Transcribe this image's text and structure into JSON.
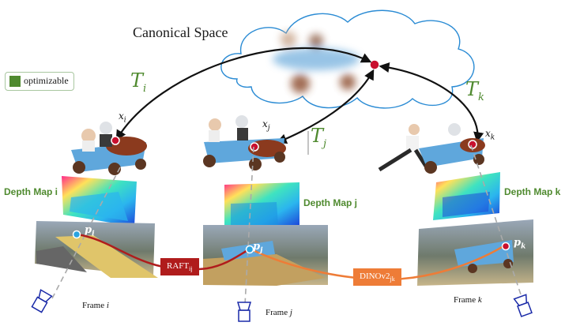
{
  "title": "Canonical Space",
  "legend": {
    "label": "optimizable",
    "color": "#4f8a2f"
  },
  "transforms": {
    "i": {
      "symbol": "T",
      "sub": "i"
    },
    "j": {
      "symbol": "T",
      "sub": "j"
    },
    "k": {
      "symbol": "T",
      "sub": "k"
    }
  },
  "points3d": {
    "i": {
      "name": "x",
      "sub": "i"
    },
    "j": {
      "name": "x",
      "sub": "j"
    },
    "k": {
      "name": "x",
      "sub": "k"
    }
  },
  "depth_maps": {
    "i": "Depth Map i",
    "j": "Depth Map j",
    "k": "Depth Map k"
  },
  "pixels": {
    "i": {
      "name": "p",
      "sub": "i"
    },
    "j": {
      "name": "p",
      "sub": "j"
    },
    "k": {
      "name": "p",
      "sub": "k"
    }
  },
  "frames": {
    "i": {
      "prefix": "Frame ",
      "index": "i"
    },
    "j": {
      "prefix": "Frame ",
      "index": "j"
    },
    "k": {
      "prefix": "Frame ",
      "index": "k"
    }
  },
  "flows": {
    "raft": {
      "label": "RAFT",
      "sub": "ij",
      "color": "#b01c1c"
    },
    "dino": {
      "label": "DINOv2",
      "sub": "jk",
      "color": "#ee7c37"
    }
  },
  "colors": {
    "accent_green": "#4f8a2f",
    "point_red": "#c8102e",
    "pixel_blue": "#2aa3e0"
  }
}
